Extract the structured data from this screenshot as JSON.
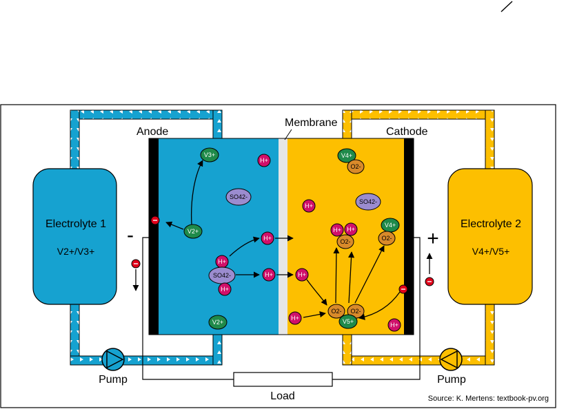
{
  "labels": {
    "anode": "Anode",
    "cathode": "Cathode",
    "membrane": "Membrane",
    "electrolyte1": "Electrolyte 1",
    "electrolyte1_species": "V2+/V3+",
    "electrolyte2": "Electrolyte 2",
    "electrolyte2_species": "V4+/V5+",
    "pump_left": "Pump",
    "pump_right": "Pump",
    "load": "Load",
    "minus": "-",
    "plus": "+",
    "source": "Source: K. Mertens: textbook-pv.org"
  },
  "ions": {
    "v3": "V3+",
    "h_top": "H+",
    "so4_top": "SO42-",
    "v2_mid": "V2+",
    "h_mid": "H+",
    "h_a": "H+",
    "so4_mid": "SO42-",
    "h_b": "H+",
    "h_c": "H+",
    "v2_bot": "V2+",
    "v4_top": "V4+",
    "o_top": "O2-",
    "h_cat1": "H+",
    "so4_cat": "SO42-",
    "h_cat2": "H+",
    "h_cat3": "H+",
    "o_mid": "O2-",
    "v4_mid": "V4+",
    "o_mid2": "O2-",
    "h_cat4": "H+",
    "o_b1": "O2-",
    "o_b2": "O2-",
    "v5": "V5+",
    "h_cat5": "H+",
    "h_cat6": "H+"
  },
  "colors": {
    "anolyte": "#16a2d0",
    "catholyte": "#fdbf00",
    "membrane": "#e6e6e6",
    "electrode": "#000000",
    "vanadium": "#1f8a4a",
    "proton": "#d0106a",
    "sulfate": "#9b8ccf",
    "oxygen": "#d98a2a",
    "electron": "#e0001a"
  }
}
